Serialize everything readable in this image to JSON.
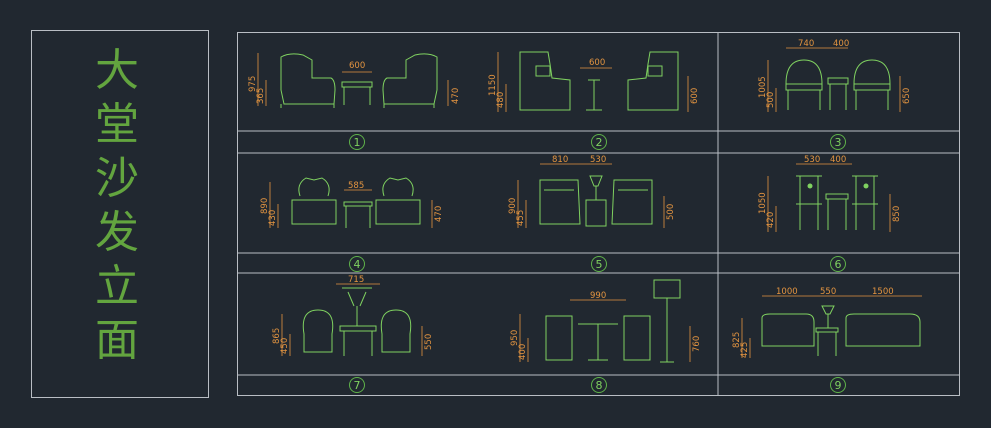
{
  "title": {
    "chars": [
      "大",
      "堂",
      "沙",
      "发",
      "立",
      "面"
    ]
  },
  "colors": {
    "background": "#212830",
    "frame": "#b9bec4",
    "title": "#63a53f",
    "furniture": "#7fd160",
    "dimension": "#e39440"
  },
  "panels": [
    {
      "number": "1",
      "dims": [
        "975",
        "365",
        "600",
        "470"
      ]
    },
    {
      "number": "2",
      "dims": [
        "1150",
        "480",
        "600",
        "600"
      ]
    },
    {
      "number": "3",
      "dims": [
        "740",
        "400",
        "1005",
        "500",
        "650"
      ]
    },
    {
      "number": "4",
      "dims": [
        "890",
        "430",
        "585",
        "470"
      ]
    },
    {
      "number": "5",
      "dims": [
        "810",
        "530",
        "900",
        "455",
        "500"
      ]
    },
    {
      "number": "6",
      "dims": [
        "530",
        "400",
        "1050",
        "420",
        "850"
      ]
    },
    {
      "number": "7",
      "dims": [
        "715",
        "865",
        "450",
        "550"
      ]
    },
    {
      "number": "8",
      "dims": [
        "990",
        "950",
        "400",
        "760"
      ]
    },
    {
      "number": "9",
      "dims": [
        "1000",
        "550",
        "1500",
        "825",
        "425"
      ]
    }
  ]
}
